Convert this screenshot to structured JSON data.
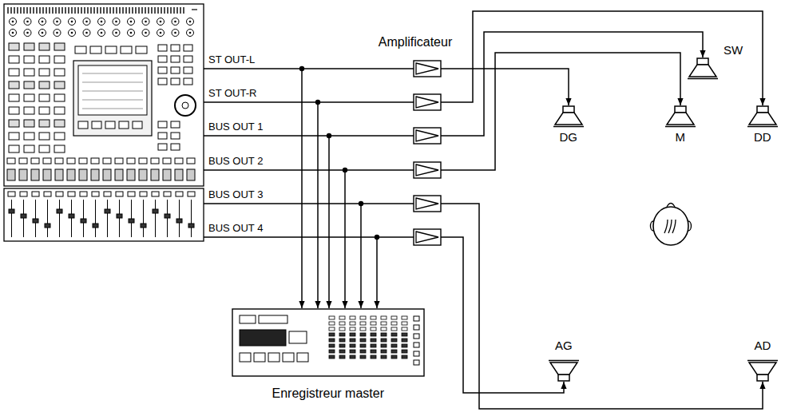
{
  "diagram": {
    "nodes": [
      {
        "text": [
          "DG"
        ]
      },
      {
        "text": [
          "M"
        ]
      },
      {
        "text": [
          "SW"
        ]
      },
      {
        "text": [
          "DD"
        ]
      },
      {
        "text": [
          "AG"
        ]
      },
      {
        "text": [
          "AD"
        ]
      },
      {
        "text": [
          "Enregistreur master"
        ]
      }
    ],
    "labels": [
      "Amplificateur",
      "ST OUT-L",
      "ST OUT-R",
      "BUS OUT 1",
      "BUS OUT 2",
      "BUS OUT 3",
      "BUS OUT 4"
    ]
  }
}
